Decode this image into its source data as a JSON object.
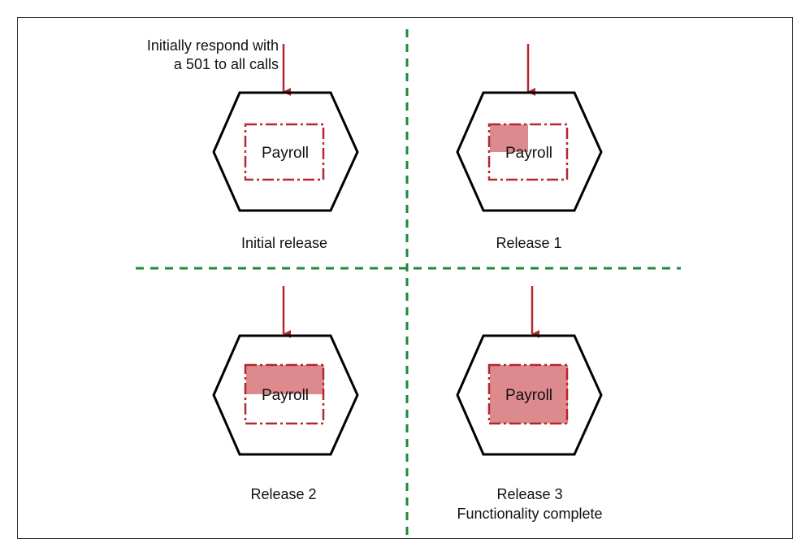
{
  "annotation": {
    "line1": "Initially respond with",
    "line2": "a 501 to all calls"
  },
  "component_label": "Payroll",
  "quadrants": [
    {
      "id": "initial",
      "caption": "Initial release",
      "filled": "none"
    },
    {
      "id": "release-1",
      "caption": "Release 1",
      "filled": "quarter"
    },
    {
      "id": "release-2",
      "caption": "Release 2",
      "filled": "half"
    },
    {
      "id": "release-3",
      "caption": "Release 3",
      "caption2": "Functionality complete",
      "filled": "full"
    }
  ],
  "colors": {
    "arrow": "#b3282d",
    "dashbox": "#b3282d",
    "fill": "#dd8a8f",
    "divider": "#1a8a3a",
    "hexagon": "#000000",
    "frame": "#333333"
  }
}
